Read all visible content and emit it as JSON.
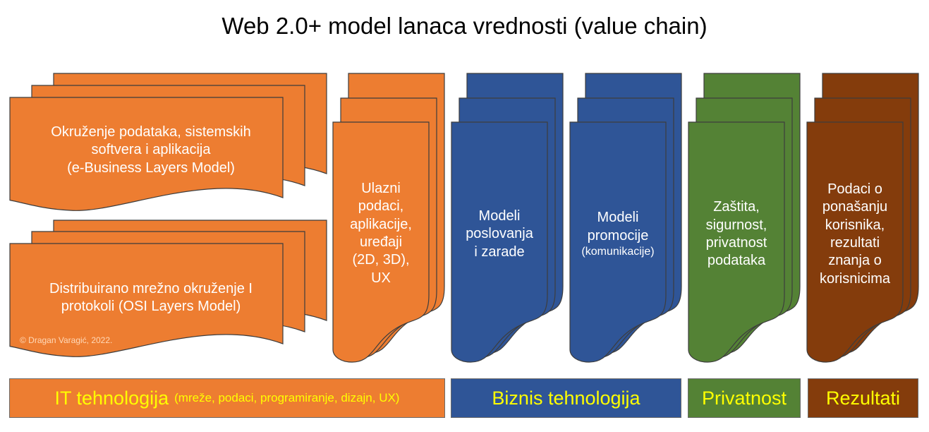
{
  "title": "Web 2.0+ model lanaca vrednosti (value chain)",
  "colors": {
    "orange": "#ED7D31",
    "blue": "#2F5597",
    "green": "#548235",
    "brown": "#843C0C",
    "label_yellow": "#FFFF00",
    "stroke": "#3d3d3d"
  },
  "blocks": {
    "data_env": [
      "Okruženje podataka, sistemskih",
      "softvera i aplikacija",
      "(e-Business Layers Model)"
    ],
    "network_env": [
      "Distribuirano mrežno okruženje I",
      "protokoli (OSI Layers Model)"
    ],
    "inputs": [
      "Ulazni",
      "podaci,",
      "aplikacije,",
      "uređaji",
      "(2D, 3D),",
      "UX"
    ],
    "business": [
      "Modeli",
      "poslovanja",
      "i zarade"
    ],
    "promotion": [
      "Modeli",
      "promocije",
      "(komunikacije)"
    ],
    "privacy": [
      "Zaštita,",
      "sigurnost,",
      "privatnost",
      "podataka"
    ],
    "results": [
      "Podaci o",
      "ponašanju",
      "korisnika,",
      "rezultati",
      "znanja o",
      "korisnicima"
    ]
  },
  "copyright": "© Dragan Varagić, 2022.",
  "bands": {
    "it": {
      "main": "IT tehnologija",
      "sub": "(mreže, podaci, programiranje, dizajn, UX)"
    },
    "business": "Biznis tehnologija",
    "privacy": "Privatnost",
    "results": "Rezultati"
  }
}
